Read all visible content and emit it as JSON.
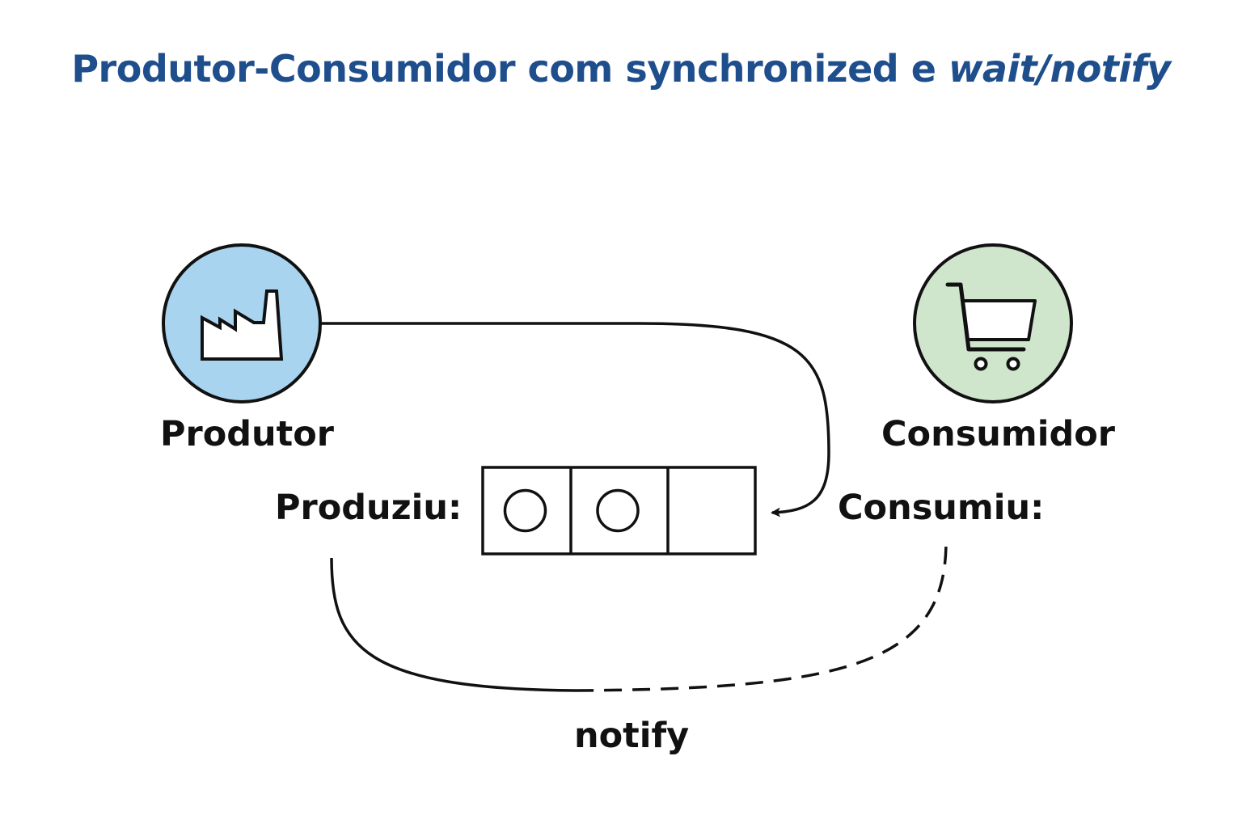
{
  "title": {
    "main": "Produtor-Consumidor com synchronized e ",
    "emphasis": "wait/notify"
  },
  "producer": {
    "label": "Produtor",
    "action_label": "Produziu:",
    "icon": "factory-icon"
  },
  "consumer": {
    "label": "Consumidor",
    "action_label": "Consumiu:",
    "icon": "shopping-cart-icon"
  },
  "buffer": {
    "capacity": 3,
    "slots": [
      {
        "filled": true
      },
      {
        "filled": true
      },
      {
        "filled": false
      }
    ]
  },
  "signal": {
    "label": "notify"
  },
  "colors": {
    "title": "#1f4e8c",
    "producer_circle": "#a8d4f0",
    "consumer_circle": "#cfe5cc",
    "stroke": "#111111"
  }
}
